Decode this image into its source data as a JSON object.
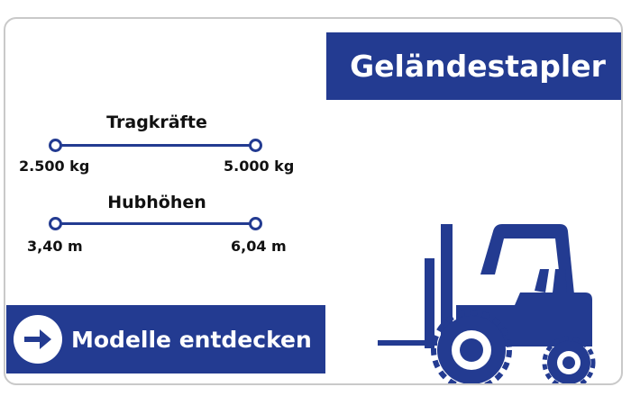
{
  "title": "Geländestapler",
  "specs": [
    {
      "label": "Tragkräfte",
      "min": "2.500 kg",
      "max": "5.000 kg"
    },
    {
      "label": "Hubhöhen",
      "min": "3,40 m",
      "max": "6,04 m"
    }
  ],
  "cta": {
    "label": "Modelle entdecken",
    "icon": "arrow-right-icon"
  },
  "illustration": {
    "icon": "forklift-icon"
  },
  "colors": {
    "brand": "#233b91",
    "border": "#c9c9c9",
    "background": "#ffffff"
  }
}
